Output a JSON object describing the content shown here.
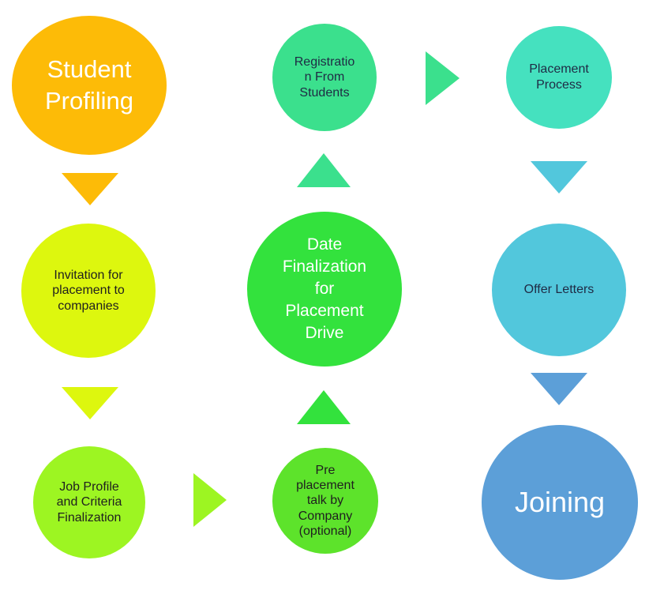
{
  "nodes": {
    "student_profiling": "Student\nProfiling",
    "invitation": "Invitation for\nplacement to\ncompanies",
    "job_profile": "Job Profile\nand Criteria\nFinalization",
    "registration": "Registratio\nn From\nStudents",
    "date_finalization": "Date\nFinalization\nfor\nPlacement\nDrive",
    "pre_placement": "Pre\nplacement\ntalk by\nCompany\n(optional)",
    "placement_process": "Placement\nProcess",
    "offer_letters": "Offer Letters",
    "joining": "Joining"
  },
  "colors": {
    "student_profiling": "#fdbb07",
    "invitation": "#ddf70e",
    "job_profile": "#9df522",
    "registration": "#3be08d",
    "date_finalization": "#33e23d",
    "pre_placement": "#5de32b",
    "placement_process": "#45e1bf",
    "offer_letters": "#52c7dc",
    "joining": "#5c9fd8"
  },
  "arrows": [
    {
      "from": "student_profiling",
      "to": "invitation",
      "direction": "down"
    },
    {
      "from": "invitation",
      "to": "job_profile",
      "direction": "down"
    },
    {
      "from": "job_profile",
      "to": "pre_placement",
      "direction": "right"
    },
    {
      "from": "pre_placement",
      "to": "date_finalization",
      "direction": "up"
    },
    {
      "from": "date_finalization",
      "to": "registration",
      "direction": "up"
    },
    {
      "from": "registration",
      "to": "placement_process",
      "direction": "right"
    },
    {
      "from": "placement_process",
      "to": "offer_letters",
      "direction": "down"
    },
    {
      "from": "offer_letters",
      "to": "joining",
      "direction": "down"
    }
  ]
}
